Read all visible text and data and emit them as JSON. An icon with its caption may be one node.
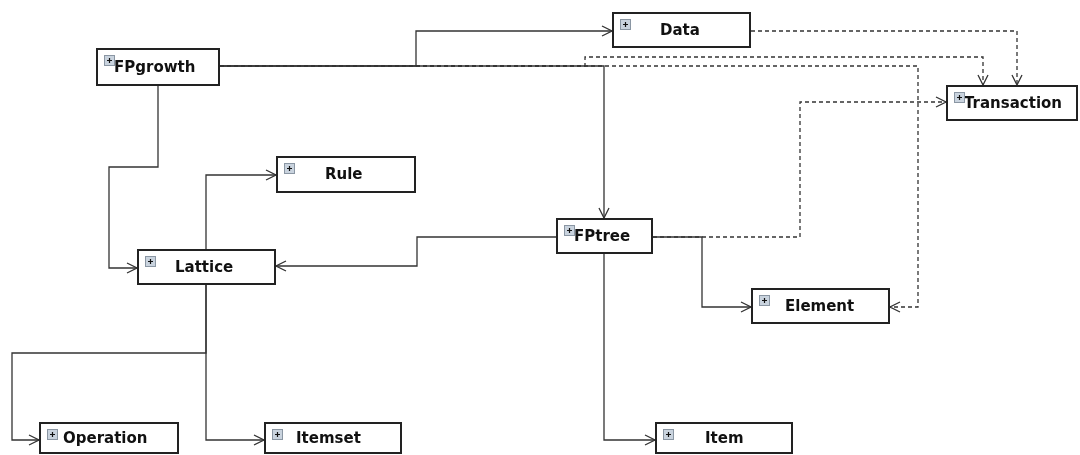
{
  "diagram": {
    "nodes": [
      {
        "text": [
          "FPgrowth"
        ]
      },
      {
        "text": [
          "Data"
        ]
      },
      {
        "text": [
          "Transaction"
        ]
      },
      {
        "text": [
          "Rule"
        ]
      },
      {
        "text": [
          "FPtree"
        ]
      },
      {
        "text": [
          "Lattice"
        ]
      },
      {
        "text": [
          "Element"
        ]
      },
      {
        "text": [
          "Operation"
        ]
      },
      {
        "text": [
          "Itemset"
        ]
      },
      {
        "text": [
          "Item"
        ]
      }
    ],
    "edges": [
      {
        "from": 0,
        "to": 1,
        "arrow": "to"
      },
      {
        "from": 0,
        "to": 4,
        "arrow": "to"
      },
      {
        "from": 0,
        "to": 5,
        "arrow": "to"
      },
      {
        "from": 0,
        "to": 2,
        "arrow": "to",
        "style": "dashed"
      },
      {
        "from": 0,
        "to": 6,
        "arrow": "to",
        "style": "dashed"
      },
      {
        "from": 1,
        "to": 2,
        "arrow": "to",
        "style": "dashed"
      },
      {
        "from": 4,
        "to": 2,
        "arrow": "to",
        "style": "dashed"
      },
      {
        "from": 4,
        "to": 5,
        "arrow": "to"
      },
      {
        "from": 4,
        "to": 6,
        "arrow": "to"
      },
      {
        "from": 4,
        "to": 9,
        "arrow": "to"
      },
      {
        "from": 5,
        "to": 3,
        "arrow": "to"
      },
      {
        "from": 5,
        "to": 7,
        "arrow": "to"
      },
      {
        "from": 5,
        "to": 8,
        "arrow": "to"
      }
    ]
  }
}
